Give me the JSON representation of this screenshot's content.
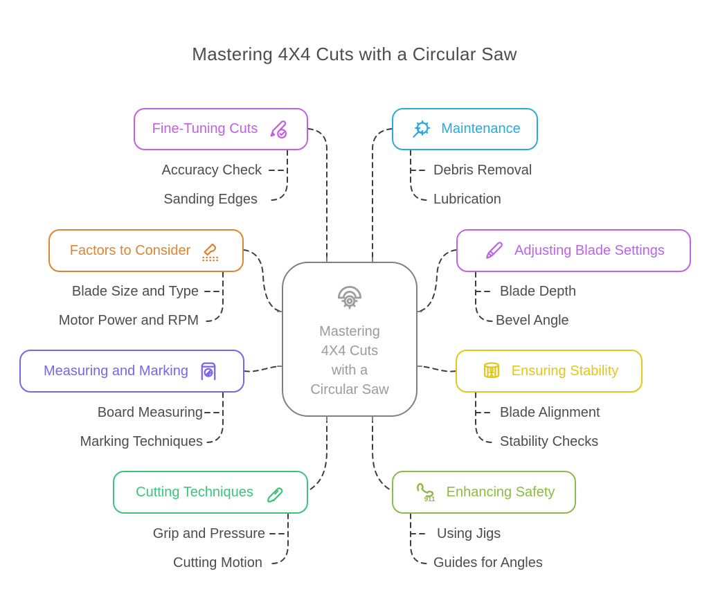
{
  "title": "Mastering 4X4 Cuts with a Circular Saw",
  "center": {
    "lines": [
      "Mastering",
      "4X4 Cuts",
      "with a",
      "Circular Saw"
    ],
    "icon": "circular-saw-icon",
    "border_color": "#7f7f7f",
    "text_color": "#9b9b9b"
  },
  "branches": [
    {
      "id": "fine-tuning-cuts",
      "label": "Fine-Tuning Cuts",
      "color": "#c45fe2",
      "side": "left",
      "icon": "pencil-check-icon",
      "children": [
        "Accuracy Check",
        "Sanding Edges"
      ]
    },
    {
      "id": "maintenance",
      "label": "Maintenance",
      "color": "#27a9e1",
      "side": "right",
      "icon": "gear-wrench-icon",
      "children": [
        "Debris Removal",
        "Lubrication"
      ]
    },
    {
      "id": "factors-to-consider",
      "label": "Factors to Consider",
      "color": "#e08433",
      "side": "left",
      "icon": "blade-icon",
      "children": [
        "Blade Size and Type",
        "Motor Power and RPM"
      ]
    },
    {
      "id": "adjusting-blade-settings",
      "label": "Adjusting Blade Settings",
      "color": "#bc63ea",
      "side": "right",
      "icon": "scalpel-icon",
      "children": [
        "Blade Depth",
        "Bevel Angle"
      ]
    },
    {
      "id": "measuring-and-marking",
      "label": "Measuring and Marking",
      "color": "#7a63f0",
      "side": "left",
      "icon": "tape-measure-icon",
      "children": [
        "Board Measuring",
        "Marking Techniques"
      ]
    },
    {
      "id": "ensuring-stability",
      "label": "Ensuring Stability",
      "color": "#e3c51c",
      "side": "right",
      "icon": "barrel-icon",
      "children": [
        "Blade Alignment",
        "Stability Checks"
      ]
    },
    {
      "id": "cutting-techniques",
      "label": "Cutting Techniques",
      "color": "#3cc47c",
      "side": "left",
      "icon": "marker-icon",
      "children": [
        "Grip and Pressure",
        "Cutting Motion"
      ]
    },
    {
      "id": "enhancing-safety",
      "label": "Enhancing Safety",
      "color": "#8cba42",
      "side": "right",
      "icon": "emergency-phone-icon",
      "icon_badge": "911",
      "children": [
        "Using Jigs",
        "Guides for Angles"
      ]
    }
  ],
  "palette": {
    "connector": "#3d3d3d",
    "subitem_text": "#4c4c4c",
    "title_text": "#4d4d4d",
    "background": "#ffffff"
  }
}
